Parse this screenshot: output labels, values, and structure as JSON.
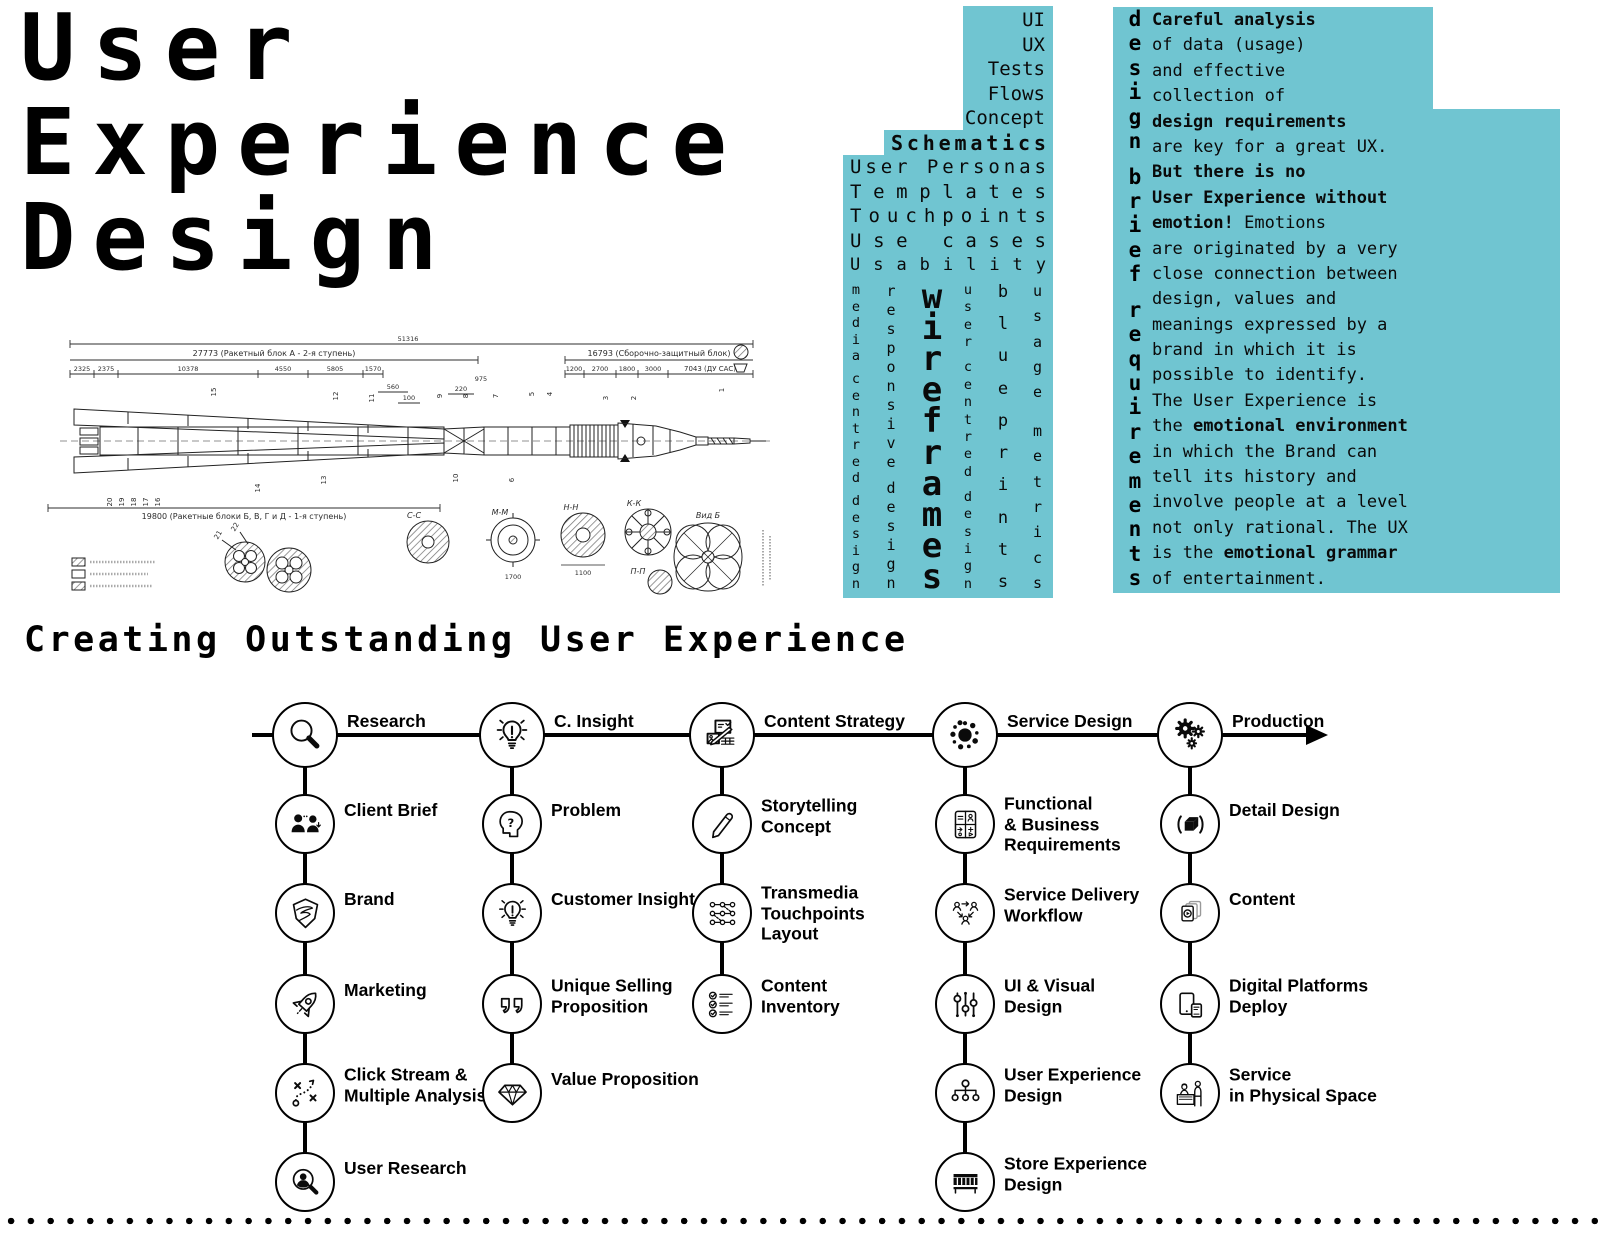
{
  "colors": {
    "teal": "#70c5d1",
    "ink": "#111111"
  },
  "title": {
    "lines": [
      "User",
      "Experience",
      "Design"
    ]
  },
  "section_heading": "Creating Outstanding User Experience",
  "word_cloud": {
    "horizontal_words": [
      {
        "text": "UI",
        "style": "plain"
      },
      {
        "text": "UX",
        "style": "plain"
      },
      {
        "text": "Tests",
        "style": "plain"
      },
      {
        "text": "Flows",
        "style": "plain"
      },
      {
        "text": "Concept",
        "style": "plain"
      },
      {
        "text": "Schematics",
        "style": "bold"
      },
      {
        "text": "User Personas",
        "style": "justify"
      },
      {
        "text": "Templates",
        "style": "justify"
      },
      {
        "text": "Touchpoints",
        "style": "justify"
      },
      {
        "text": "Use cases",
        "style": "justify"
      },
      {
        "text": "Usability",
        "style": "justify-sm"
      }
    ],
    "vertical_words": [
      {
        "text": "media centred design",
        "style": "v-xs"
      },
      {
        "text": "responsive design",
        "style": "v-sm"
      },
      {
        "text": "wireframes",
        "style": "v-xl"
      },
      {
        "text": "user centred design",
        "style": "v-xs"
      },
      {
        "text": "blueprints",
        "style": "v-md"
      },
      {
        "text": "usage metrics",
        "style": "v-sm"
      }
    ]
  },
  "brief": {
    "vertical_words": [
      "design",
      "brief",
      "requirements"
    ],
    "lines": [
      {
        "segments": [
          {
            "t": "Careful analysis",
            "b": true
          }
        ]
      },
      {
        "segments": [
          {
            "t": "of data (usage)",
            "b": false
          }
        ]
      },
      {
        "segments": [
          {
            "t": "and effective",
            "b": false
          }
        ]
      },
      {
        "segments": [
          {
            "t": "collection of",
            "b": false
          }
        ]
      },
      {
        "segments": [
          {
            "t": "design requirements",
            "b": true
          }
        ]
      },
      {
        "segments": [
          {
            "t": "are key for a great UX.",
            "b": false
          }
        ]
      },
      {
        "segments": [
          {
            "t": "But there is no",
            "b": true
          }
        ]
      },
      {
        "segments": [
          {
            "t": "User Experience without",
            "b": true
          }
        ]
      },
      {
        "segments": [
          {
            "t": "emotion!",
            "b": true
          },
          {
            "t": " Emotions",
            "b": false
          }
        ]
      },
      {
        "segments": [
          {
            "t": "are originated by a very",
            "b": false
          }
        ]
      },
      {
        "segments": [
          {
            "t": "close connection between",
            "b": false
          }
        ]
      },
      {
        "segments": [
          {
            "t": "design, values and",
            "b": false
          }
        ]
      },
      {
        "segments": [
          {
            "t": "meanings expressed by a",
            "b": false
          }
        ]
      },
      {
        "segments": [
          {
            "t": "brand in which it is",
            "b": false
          }
        ]
      },
      {
        "segments": [
          {
            "t": "possible to identify.",
            "b": false
          }
        ]
      },
      {
        "segments": [
          {
            "t": "The User Experience is",
            "b": false
          }
        ]
      },
      {
        "segments": [
          {
            "t": "the ",
            "b": false
          },
          {
            "t": "emotional environment",
            "b": true
          }
        ]
      },
      {
        "segments": [
          {
            "t": "in which the Brand can",
            "b": false
          }
        ]
      },
      {
        "segments": [
          {
            "t": "tell its history and",
            "b": false
          }
        ]
      },
      {
        "segments": [
          {
            "t": "involve people at a level",
            "b": false
          }
        ]
      },
      {
        "segments": [
          {
            "t": "not only rational. The UX",
            "b": false
          }
        ]
      },
      {
        "segments": [
          {
            "t": "is the ",
            "b": false
          },
          {
            "t": "emotional grammar",
            "b": true
          }
        ]
      },
      {
        "segments": [
          {
            "t": "of entertainment.",
            "b": false
          }
        ]
      }
    ]
  },
  "blueprint": {
    "total_dim": "51316",
    "dim_block_a": "27773 (Ракетный блок А - 2-я ступень)",
    "dim_shroud": "16793 (Сборочно-защитный блок)",
    "dim_sas": "7043 (ДУ САС)",
    "dim_first_stage": "19800 (Ракетные блоки Б, В, Г и Д - 1-я ступень)",
    "sub_dims": [
      "2325",
      "2375",
      "10378",
      "4550",
      "5805",
      "1570",
      "1200",
      "2700",
      "1800",
      "3000"
    ],
    "detail_dims": [
      "560",
      "100",
      "220",
      "975",
      "1700",
      "1100"
    ],
    "sections": [
      "С-С",
      "М-М",
      "Н-Н",
      "К-К",
      "П-П",
      "Вид Б"
    ],
    "part_numbers": [
      "1",
      "2",
      "3",
      "4",
      "5",
      "6",
      "7",
      "8",
      "9",
      "10",
      "11",
      "12",
      "13",
      "14",
      "15",
      "16",
      "17",
      "18",
      "19",
      "20",
      "21",
      "22"
    ]
  },
  "flow": {
    "columns": [
      {
        "header": {
          "label": "Research",
          "icon": "magnifier-icon"
        },
        "steps": [
          {
            "label": "Client Brief",
            "icon": "client-people-icon"
          },
          {
            "label": "Brand",
            "icon": "brand-shield-icon"
          },
          {
            "label": "Marketing",
            "icon": "rocket-icon"
          },
          {
            "label": "Click Stream &\nMultiple Analysis",
            "icon": "tactics-icon"
          },
          {
            "label": "User Research",
            "icon": "user-magnifier-icon"
          }
        ]
      },
      {
        "header": {
          "label": "C. Insight",
          "icon": "insight-bulb-icon"
        },
        "steps": [
          {
            "label": "Problem",
            "icon": "head-question-icon"
          },
          {
            "label": "Customer Insight",
            "icon": "insight-bulb-icon"
          },
          {
            "label": "Unique Selling\nProposition",
            "icon": "quotes-icon"
          },
          {
            "label": "Value Proposition",
            "icon": "diamond-icon"
          }
        ]
      },
      {
        "header": {
          "label": "Content Strategy",
          "icon": "content-collage-icon"
        },
        "steps": [
          {
            "label": "Storytelling\nConcept",
            "icon": "pencil-icon"
          },
          {
            "label": "Transmedia\nTouchpoints\nLayout",
            "icon": "network-icon"
          },
          {
            "label": "Content\nInventory",
            "icon": "checklist-icon"
          }
        ]
      },
      {
        "header": {
          "label": "Service Design",
          "icon": "dots-ring-icon"
        },
        "steps": [
          {
            "label": "Functional\n& Business\nRequirements",
            "icon": "calculator-grid-icon"
          },
          {
            "label": "Service Delivery\nWorkflow",
            "icon": "workflow-people-icon"
          },
          {
            "label": "UI & Visual\nDesign",
            "icon": "sliders-icon"
          },
          {
            "label": "User Experience\nDesign",
            "icon": "sitemap-icon"
          },
          {
            "label": "Store Experience\nDesign",
            "icon": "storefront-icon"
          }
        ]
      },
      {
        "header": {
          "label": "Production",
          "icon": "gears-icon"
        },
        "steps": [
          {
            "label": "Detail Design",
            "icon": "cube-3d-icon"
          },
          {
            "label": "Content",
            "icon": "media-cards-icon"
          },
          {
            "label": "Digital Platforms\nDeploy",
            "icon": "devices-icon"
          },
          {
            "label": "Service\nin Physical Space",
            "icon": "service-desk-icon"
          }
        ]
      }
    ]
  }
}
